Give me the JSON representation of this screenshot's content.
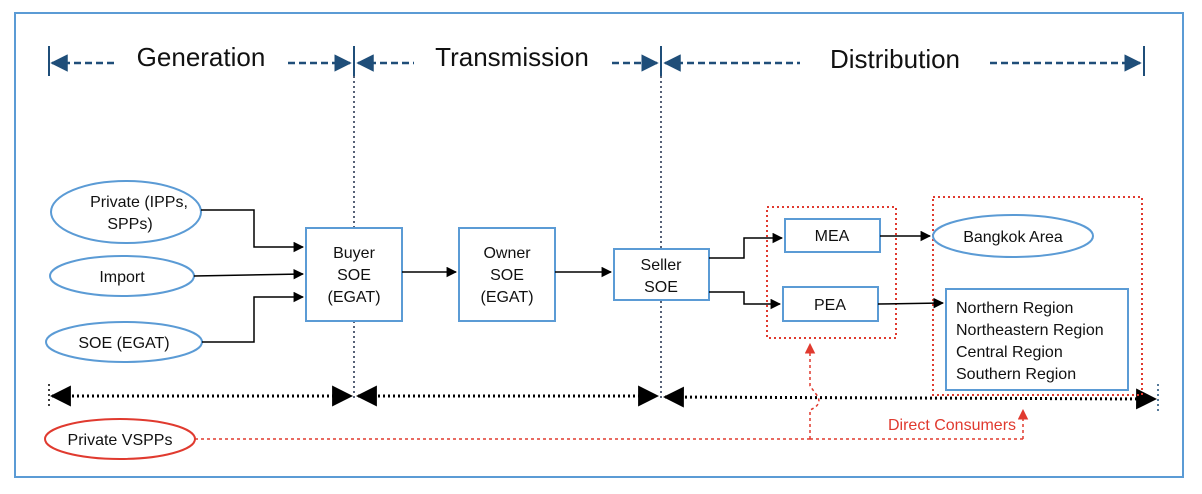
{
  "sections": {
    "generation": "Generation",
    "transmission": "Transmission",
    "distribution": "Distribution"
  },
  "sources": {
    "private_line1": "Private (IPPs,",
    "private_line2": "SPPs)",
    "import": "Import",
    "soe_egat": "SOE (EGAT)",
    "private_vspps": "Private VSPPs"
  },
  "buyer": {
    "line1": "Buyer",
    "line2": "SOE",
    "line3": "(EGAT)"
  },
  "owner": {
    "line1": "Owner",
    "line2": "SOE",
    "line3": "(EGAT)"
  },
  "seller": {
    "line1": "Seller",
    "line2": "SOE"
  },
  "utilities": {
    "mea": "MEA",
    "pea": "PEA"
  },
  "areas": {
    "bangkok": "Bangkok Area",
    "regions": [
      "Northern Region",
      "Northeastern Region",
      "Central Region",
      "Southern Region"
    ]
  },
  "direct_consumers": "Direct Consumers",
  "colors": {
    "frame": "#5b9bd5",
    "box_border": "#5b9bd5",
    "section_arrow": "#1f4e79",
    "red": "#e03a2f",
    "black": "#000000"
  }
}
